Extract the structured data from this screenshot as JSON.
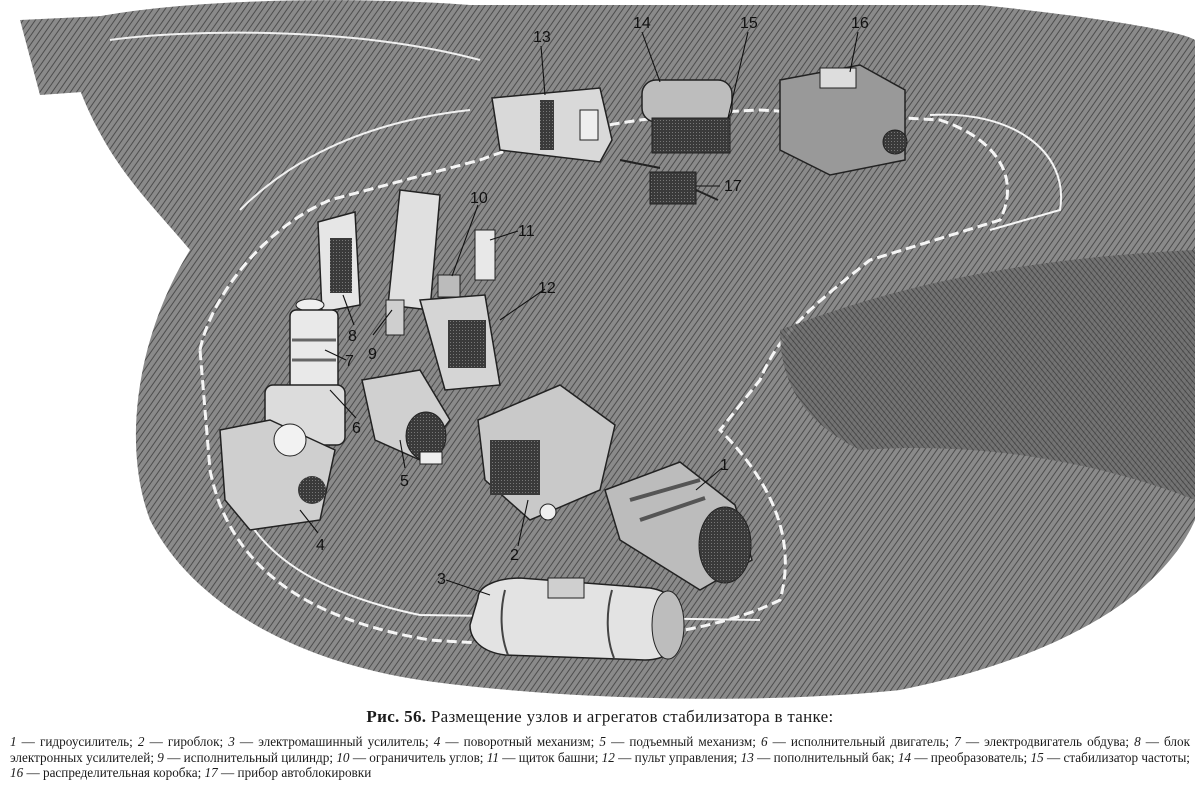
{
  "figure": {
    "callouts": [
      "1",
      "2",
      "3",
      "4",
      "5",
      "6",
      "7",
      "8",
      "9",
      "10",
      "11",
      "12",
      "13",
      "14",
      "15",
      "16",
      "17"
    ]
  },
  "caption": {
    "prefix": "Рис. 56.",
    "title": "Размещение узлов и агрегатов стабилизатора в танке:"
  },
  "legend": [
    {
      "num": "1",
      "text": "гидроусилитель;"
    },
    {
      "num": "2",
      "text": "гироблок;"
    },
    {
      "num": "3",
      "text": "электромашинный усилитель;"
    },
    {
      "num": "4",
      "text": "поворотный механизм;"
    },
    {
      "num": "5",
      "text": "подъемный механизм;"
    },
    {
      "num": "6",
      "text": "исполнительный двигатель;"
    },
    {
      "num": "7",
      "text": "электродвигатель обдува;"
    },
    {
      "num": "8",
      "text": "блок электронных усилителей;"
    },
    {
      "num": "9",
      "text": "исполнительный цилиндр;"
    },
    {
      "num": "10",
      "text": "ограничитель углов;"
    },
    {
      "num": "11",
      "text": "щиток башни;"
    },
    {
      "num": "12",
      "text": "пульт управления;"
    },
    {
      "num": "13",
      "text": "пополнительный бак;"
    },
    {
      "num": "14",
      "text": "преобразователь;"
    },
    {
      "num": "15",
      "text": "стабилизатор частоты;"
    },
    {
      "num": "16",
      "text": "распределительная коробка;"
    },
    {
      "num": "17",
      "text": "прибор автоблокировки"
    }
  ]
}
